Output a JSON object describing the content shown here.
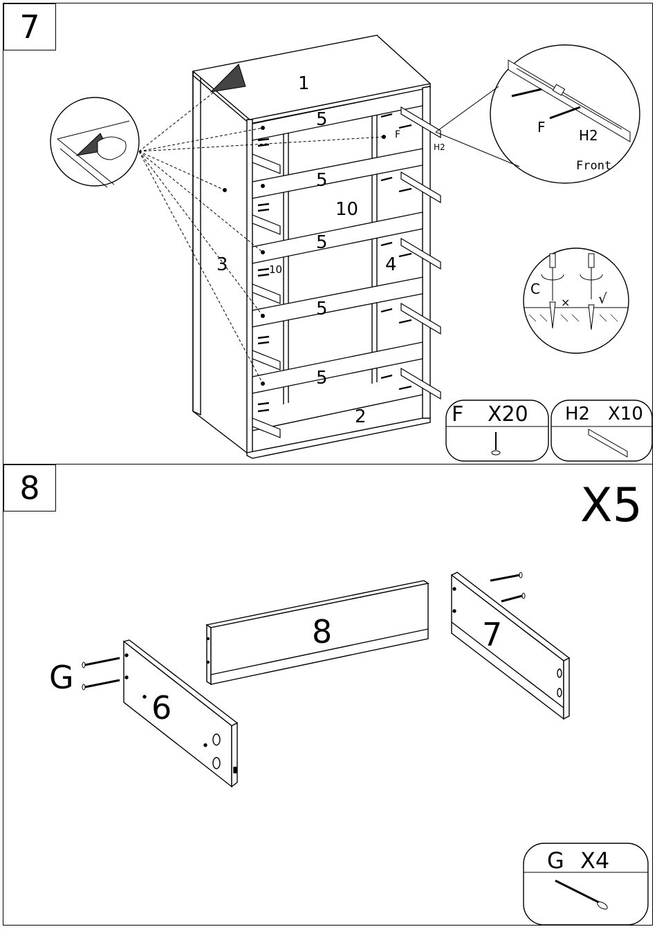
{
  "step7": {
    "number": "7",
    "labels": {
      "top": "1",
      "bottom": "2",
      "side_left": "3",
      "side_right": "4",
      "drawer_rails": [
        "5",
        "5",
        "5",
        "5",
        "5"
      ],
      "divider": "10",
      "divider_small": "10",
      "screw_f": "F",
      "rail_h2": "H2"
    },
    "detail": {
      "screw": "F",
      "rail": "H2",
      "caption": "Front"
    },
    "torque_hint": {
      "label": "C",
      "wrong": "×",
      "right": "√"
    },
    "parts": [
      {
        "code": "F",
        "qty": "X20",
        "icon": "screw-icon"
      },
      {
        "code": "H2",
        "qty": "X10",
        "icon": "drawer-rail-icon"
      }
    ]
  },
  "step8": {
    "number": "8",
    "multiplier": "X5",
    "labels": {
      "left_side": "6",
      "back": "8",
      "right_side": "7",
      "screw_g": "G"
    },
    "parts": [
      {
        "code": "G",
        "qty": "X4",
        "icon": "long-screw-icon"
      }
    ]
  }
}
